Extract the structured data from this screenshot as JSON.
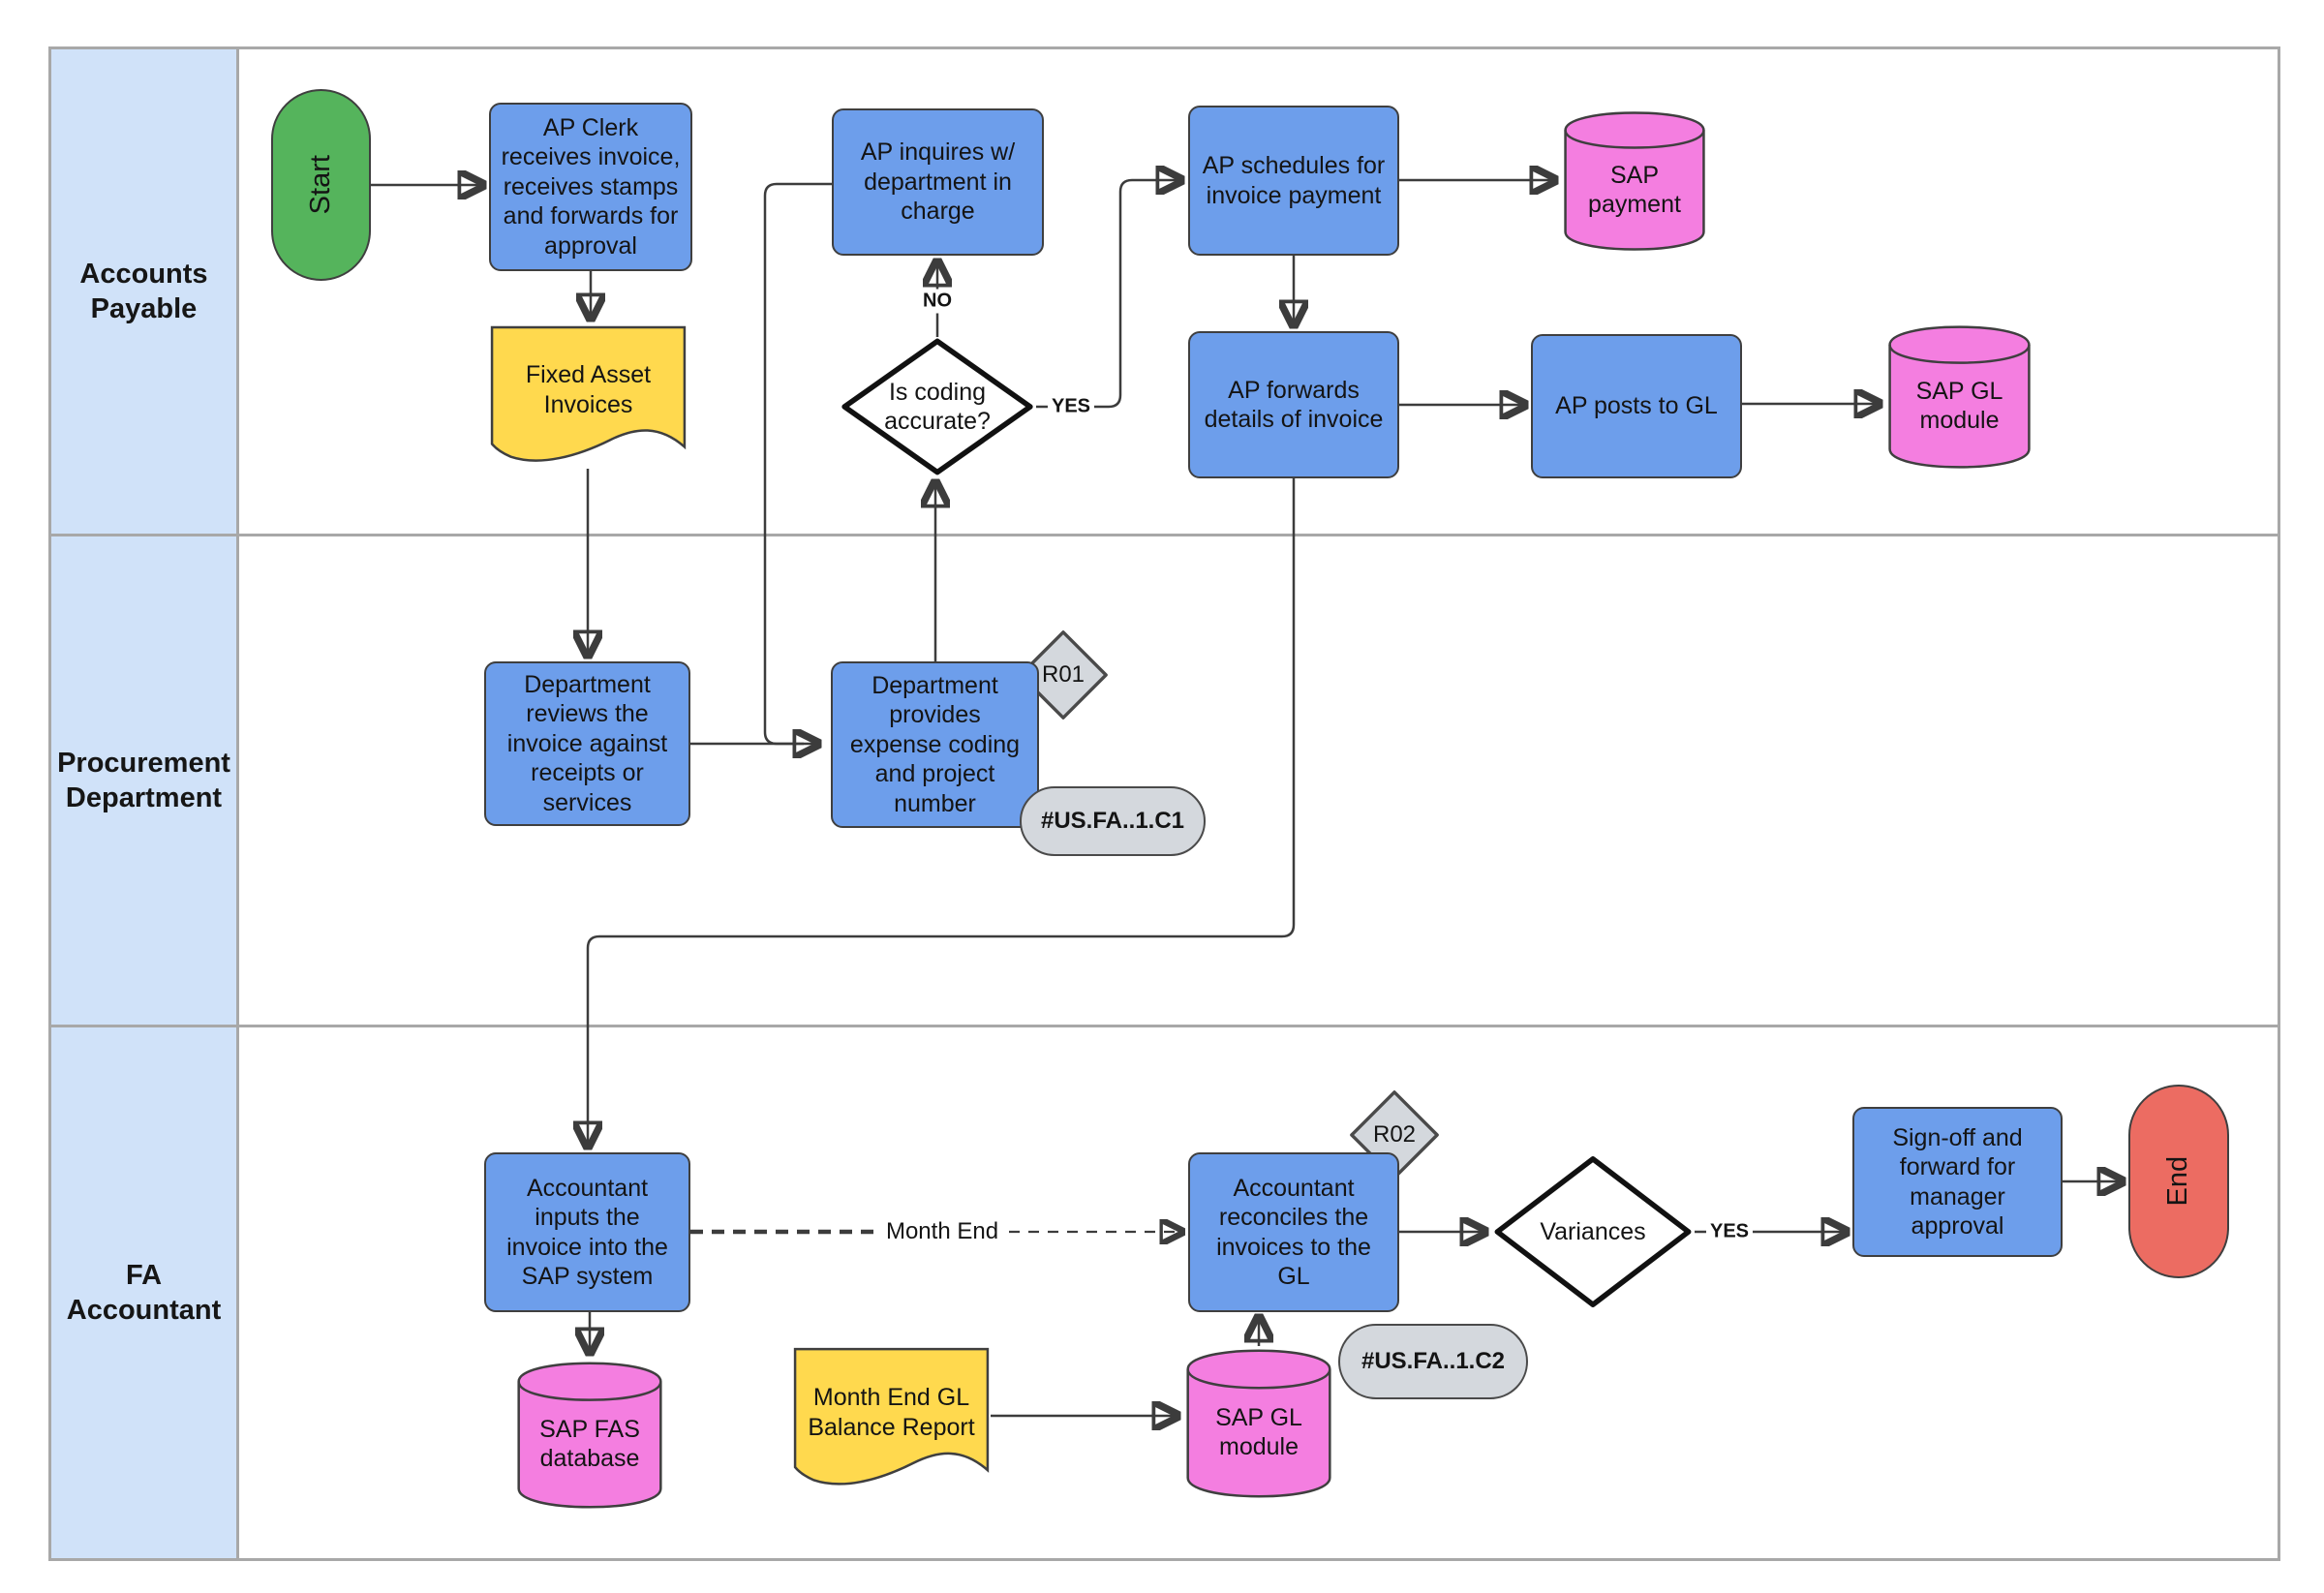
{
  "lanes": [
    {
      "id": "accounts-payable",
      "label": "Accounts Payable"
    },
    {
      "id": "procurement-department",
      "label": "Procurement Department"
    },
    {
      "id": "fa-accountant",
      "label": "FA Accountant"
    }
  ],
  "nodes": {
    "start": {
      "label": "Start",
      "type": "terminator"
    },
    "ap_clerk": {
      "label": "AP Clerk receives invoice, receives stamps and forwards for approval",
      "type": "process"
    },
    "fixed_asset_invoices": {
      "label": "Fixed Asset Invoices",
      "type": "document"
    },
    "ap_inquires": {
      "label": "AP inquires w/ department in charge",
      "type": "process"
    },
    "coding_decision": {
      "label": "Is coding accurate?",
      "type": "decision"
    },
    "ap_schedules": {
      "label": "AP schedules for invoice payment",
      "type": "process"
    },
    "sap_payment": {
      "label": "SAP payment",
      "type": "datastore"
    },
    "ap_forwards": {
      "label": "AP forwards details of invoice",
      "type": "process"
    },
    "ap_posts": {
      "label": "AP posts to GL",
      "type": "process"
    },
    "sap_gl_module_ap": {
      "label": "SAP GL module",
      "type": "datastore"
    },
    "dept_reviews": {
      "label": "Department reviews the invoice against receipts or services",
      "type": "process"
    },
    "dept_provides": {
      "label": "Department provides expense coding and project number",
      "type": "process"
    },
    "accountant_inputs": {
      "label": "Accountant inputs the invoice into the SAP system",
      "type": "process"
    },
    "sap_fas": {
      "label": "SAP FAS database",
      "type": "datastore"
    },
    "month_end_report": {
      "label": "Month End GL Balance Report",
      "type": "document"
    },
    "sap_gl_module_fa": {
      "label": "SAP GL module",
      "type": "datastore"
    },
    "accountant_reconciles": {
      "label": "Accountant reconciles the invoices to the GL",
      "type": "process"
    },
    "variances_decision": {
      "label": "Variances",
      "type": "decision"
    },
    "sign_off": {
      "label": "Sign-off and forward for manager approval",
      "type": "process"
    },
    "end": {
      "label": "End",
      "type": "terminator"
    }
  },
  "badges": {
    "r01": "R01",
    "c1": "#US.FA..1.C1",
    "r02": "R02",
    "c2": "#US.FA..1.C2"
  },
  "edge_labels": {
    "no": "NO",
    "yes_coding": "YES",
    "yes_variances": "YES",
    "month_end": "Month End"
  },
  "colors": {
    "process": "#6D9EEB",
    "terminator_start": "#55B45C",
    "terminator_end": "#EC6C62",
    "document": "#FFD94E",
    "datastore": "#F47EE0",
    "badge": "#D4D8DD",
    "lane_header": "#D0E2F9",
    "connector": "#3C3C3C",
    "decision_border": "#111111"
  }
}
